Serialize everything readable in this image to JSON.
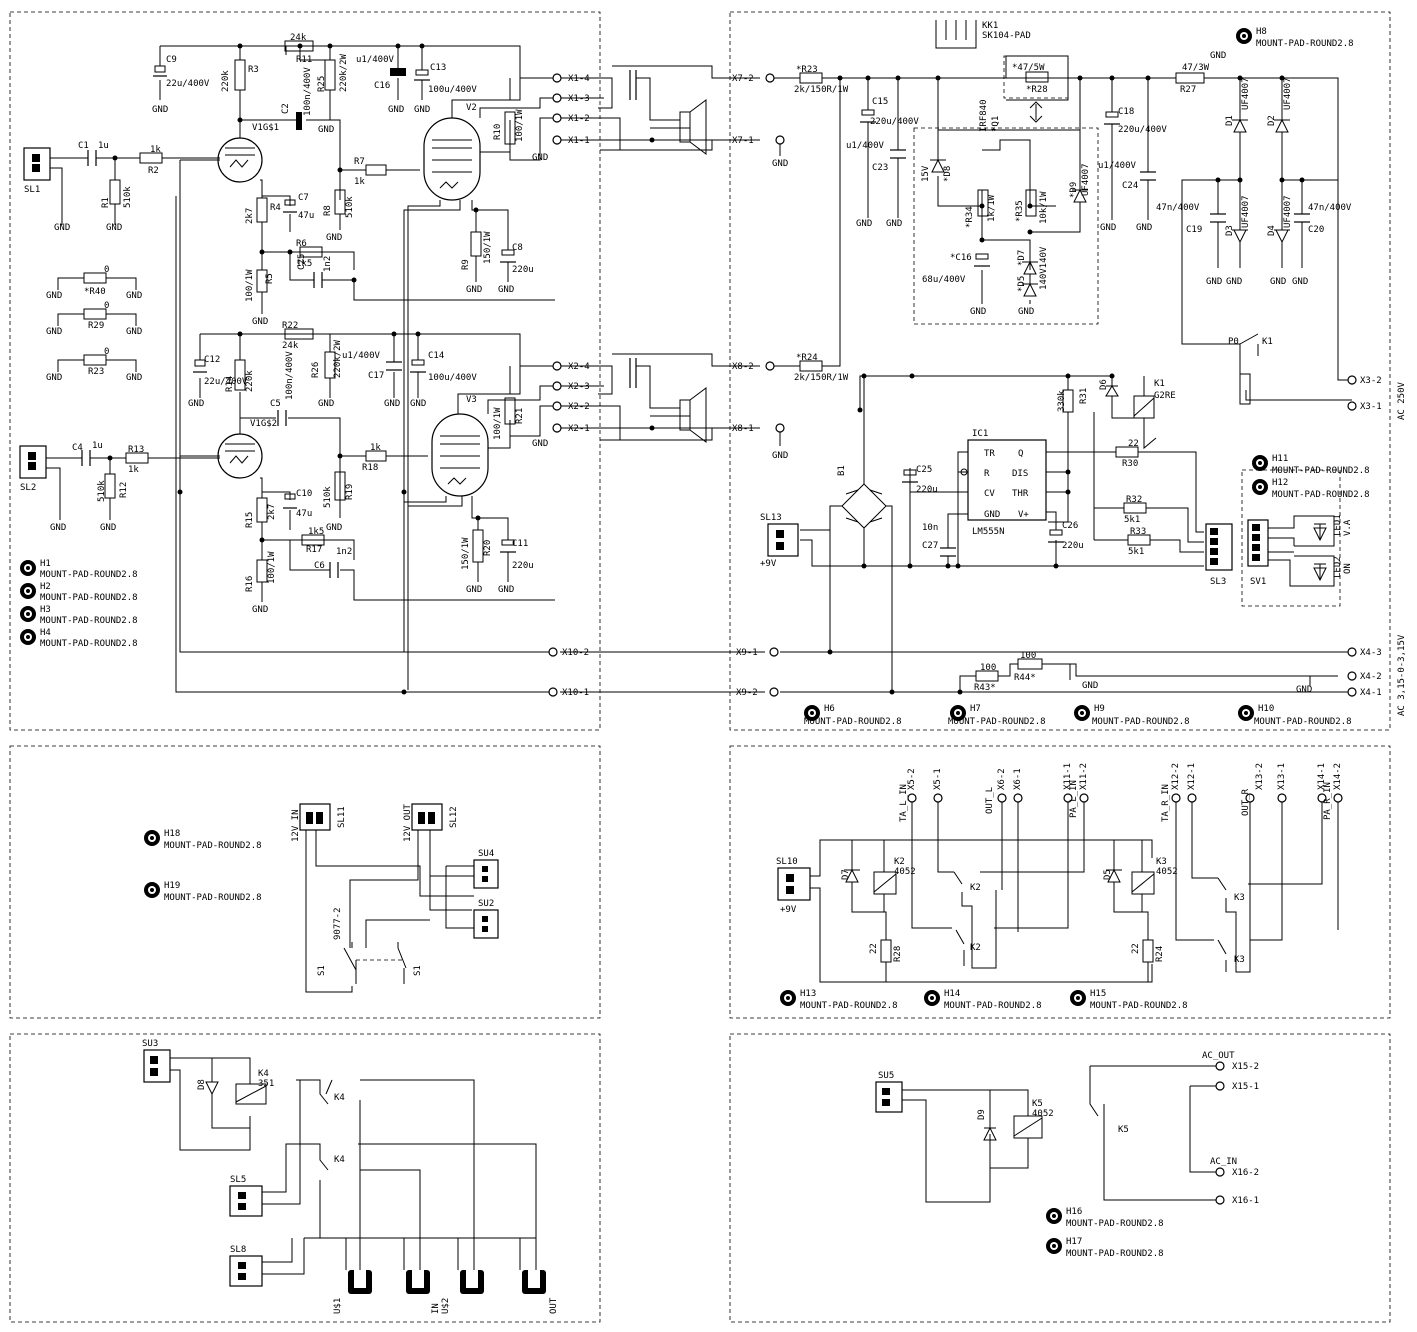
{
  "sections": {
    "s1": {
      "components": {
        "c9": "C9",
        "c9v": "22u/400V",
        "r3": "R3",
        "r3v": "220k",
        "r11": "R11",
        "r11v": "24k",
        "r25": "R25",
        "r25v": "220k/2W",
        "c16": "C16",
        "c13": "C13",
        "c13v": "100u/400V",
        "c16v": "u1/400V",
        "c2": "C2",
        "c2v": "100n/400V",
        "v1": "V1G$1",
        "v2": "V2",
        "r10": "R10",
        "r10v": "100/1W",
        "c1": "C1",
        "c1v": "1u",
        "r2": "R2",
        "r2v": "1k",
        "r1": "R1",
        "r1v": "510k",
        "r7": "R7",
        "r7v": "1k",
        "r8": "R8",
        "r8v": "510k",
        "r4": "R4",
        "r4v": "2k7",
        "c7": "C7",
        "c7v": "47u",
        "r6": "R6",
        "r6v": "1k5",
        "c25": "C25",
        "c25v": "1n2",
        "r5": "R5",
        "r5v": "100/1W",
        "r9": "R9",
        "r9v": "150/1W",
        "c8": "C8",
        "c8v": "220u",
        "r40": "*R40",
        "r40v": "0",
        "r29": "R29",
        "r29v": "0",
        "r23b": "R23",
        "r23bv": "0",
        "c12": "C12",
        "c12v": "22u/400V",
        "r14": "R14",
        "r14v": "220k",
        "r22": "R22",
        "r22v": "24k",
        "r26": "R26",
        "r26v": "220k/2W",
        "c17": "C17",
        "c14": "C14",
        "c14v": "100u/400V",
        "c17v": "u1/400V",
        "c5": "C5",
        "c5v": "100n/400V",
        "v1b": "V1G$2",
        "v3": "V3",
        "r21": "R21",
        "r21v": "100/1W",
        "c4": "C4",
        "c4v": "1u",
        "r13": "R13",
        "r13v": "1k",
        "r12": "R12",
        "r12v": "510k",
        "r18": "R18",
        "r18v": "1k",
        "r19": "R19",
        "r19v": "510k",
        "r15": "R15",
        "r15v": "2k7",
        "c10": "C10",
        "c10v": "47u",
        "r17": "R17",
        "r17v": "1k5",
        "c6": "C6",
        "c6v": "1n2",
        "r16": "R16",
        "r16v": "100/1W",
        "r20": "R20",
        "r20v": "150/1W",
        "c11": "C11",
        "c11v": "220u"
      },
      "connectors": [
        "SL1",
        "SL2"
      ],
      "terminals": [
        "X1-4",
        "X1-3",
        "X1-2",
        "X1-1",
        "X2-4",
        "X2-3",
        "X2-2",
        "X2-1",
        "X10-2",
        "X10-1"
      ],
      "pads": [
        "H1",
        "H2",
        "H3",
        "H4"
      ],
      "pad_value": "MOUNT-PAD-ROUND2.8"
    },
    "s2": {
      "components": {
        "kk1": "KK1",
        "kk1v": "SK104-PAD",
        "h8": "H8",
        "r23": "*R23",
        "r23v": "2k/150R/1W",
        "r28": "*R28",
        "r28v": "*47/5W",
        "r27": "R27",
        "r27v": "47/3W",
        "c15": "C15",
        "c15v": "220u/400V",
        "c23": "C23",
        "c23v": "u1/400V",
        "q1": "*Q1",
        "q1v": "IRF840",
        "c18": "C18",
        "c18v": "220u/400V",
        "c24": "C24",
        "c24v": "u1/400V",
        "d8": "*D8",
        "d8v": "15V",
        "r34": "*R34",
        "r34v": "1k/1W",
        "r35": "*R35",
        "r35v": "10k/1W",
        "d9a": "*D9",
        "d9av": "UF4007",
        "c16b": "*C16",
        "c16bv": "68u/400V",
        "d7": "*D7",
        "d5": "*D5",
        "d57v": "140V140V",
        "d1": "D1",
        "d1v": "UF4007",
        "d2": "D2",
        "d2v": "UF4007",
        "d3": "D3",
        "d3v": "UF4007",
        "d4": "D4",
        "d4v": "UF4007",
        "c19": "C19",
        "c19v": "47n/400V",
        "c20": "C20",
        "c20v": "47n/400V",
        "r24": "*R24",
        "r24v": "2k/150R/1W",
        "k1": "K1",
        "k1v": "G2RE",
        "p0": "P0",
        "r31": "R31",
        "r31v": "330k",
        "d6": "D6",
        "ic1": "IC1",
        "ic1v": "LM555N",
        "r30": "R30",
        "r30v": "22",
        "c25b": "C25",
        "c25bv": "220u",
        "c27": "C27",
        "c27v": "10n",
        "c26": "C26",
        "c26v": "220u",
        "r32": "R32",
        "r32v": "5k1",
        "r33": "R33",
        "r33v": "5k1",
        "b1": "B1",
        "sl13": "SL13",
        "sl13v": "+9V",
        "sl3": "SL3",
        "sv1": "SV1",
        "led1": "LED1",
        "led1v": "V.A",
        "led2": "LED2",
        "led2v": "ON",
        "r43": "R43*",
        "r43v": "100",
        "r44": "R44*",
        "r44v": "100",
        "ac_top": "AC 250V",
        "ac_bot": "AC 3,15-0-3,15V"
      },
      "ic_pins": [
        "TR",
        "Q",
        "R",
        "DIS",
        "CV",
        "THR",
        "GND",
        "V+"
      ],
      "terminals": [
        "X7-2",
        "X7-1",
        "X8-2",
        "X8-1",
        "X9-1",
        "X9-2",
        "X3-2",
        "X3-1",
        "X4-3",
        "X4-2",
        "X4-1"
      ],
      "pads": [
        "H6",
        "H7",
        "H9",
        "H10",
        "H11",
        "H12"
      ],
      "pad_value": "MOUNT-PAD-ROUND2.8"
    },
    "s3": {
      "components": {
        "sl11": "SL11",
        "sl11v": "12V_IN",
        "sl12": "SL12",
        "sl12v": "12V_OUT",
        "su4": "SU4",
        "su2": "SU2",
        "s1": "S1",
        "s1v": "9077-2"
      },
      "pads": [
        "H18",
        "H19"
      ],
      "pad_value": "MOUNT-PAD-ROUND2.8"
    },
    "s4": {
      "components": {
        "sl10": "SL10",
        "sl10v": "+9V",
        "d7": "D7",
        "k2": "K2",
        "k2v": "4052",
        "d5": "D5",
        "k3": "K3",
        "k3v": "4052",
        "r28": "R28",
        "r28v": "22",
        "r24": "R24",
        "r24v": "22"
      },
      "top_labels": [
        "TA_L_IN",
        "X5-2",
        "X5-1",
        "OUT_L",
        "X6-2",
        "X6-1",
        "PA_L_IN",
        "X11-1",
        "X11-2",
        "TA_R_IN",
        "X12-2",
        "X12-1",
        "OUT_R",
        "X13-2",
        "X13-1",
        "PA_R_IN",
        "X14-1",
        "X14-2"
      ],
      "pads": [
        "H13",
        "H14",
        "H15"
      ],
      "pad_value": "MOUNT-PAD-ROUND2.8"
    },
    "s5": {
      "components": {
        "su3": "SU3",
        "d8": "D8",
        "k4": "K4",
        "k4v": "351",
        "sl5": "SL5",
        "sl8": "SL8",
        "us1": "U$1",
        "us2": "U$2",
        "in": "IN",
        "out": "OUT"
      }
    },
    "s6": {
      "components": {
        "su5": "SU5",
        "d9": "D9",
        "k5": "K5",
        "k5v": "4052",
        "ac_out": "AC_OUT",
        "ac_in": "AC_IN"
      },
      "terminals": [
        "X15-2",
        "X15-1",
        "X16-2",
        "X16-1"
      ],
      "pads": [
        "H16",
        "H17"
      ],
      "pad_value": "MOUNT-PAD-ROUND2.8"
    }
  },
  "net_gnd": "GND"
}
